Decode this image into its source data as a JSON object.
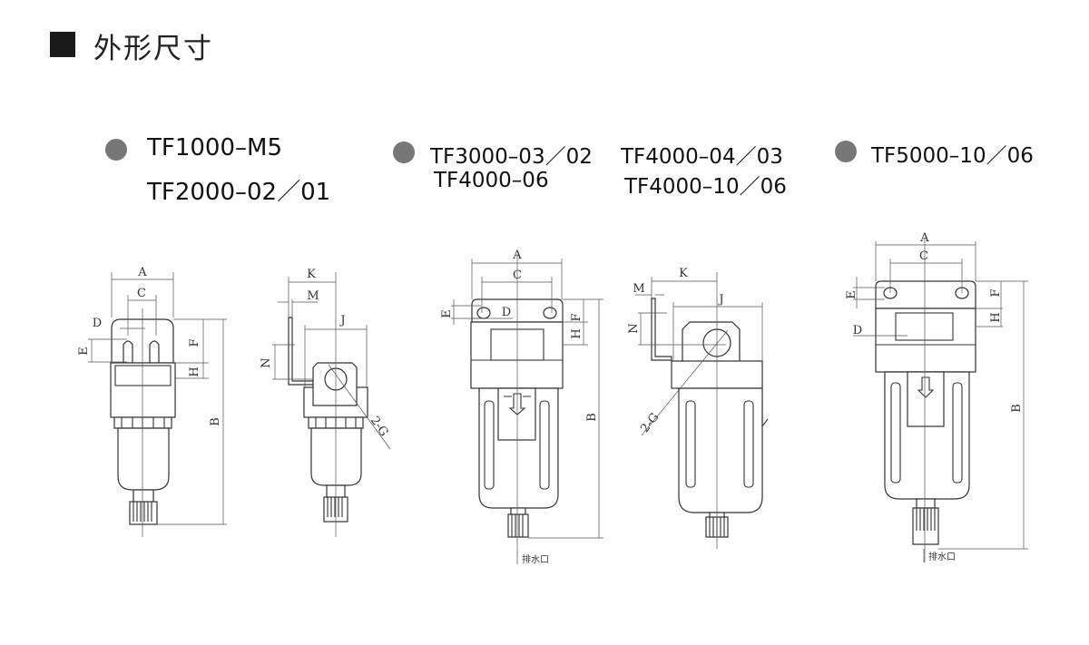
{
  "section": {
    "title": "外形尺寸",
    "icon": "black-square-icon"
  },
  "models": {
    "group1": [
      "TF1000–M5",
      "TF2000–02／01"
    ],
    "group2a": [
      "TF3000–03／02",
      "TF4000–06"
    ],
    "group2b": [
      "TF4000–04／03",
      "TF4000–10／06"
    ],
    "group3": [
      "TF5000–10／06"
    ]
  },
  "dims": {
    "A": "A",
    "B": "B",
    "C": "C",
    "D": "D",
    "E": "E",
    "F": "F",
    "H": "H",
    "J": "J",
    "K": "K",
    "M": "M",
    "N": "N",
    "G": "2-G"
  },
  "drain_label": "排水口",
  "colors": {
    "bullet": "#777777",
    "line": "#333333"
  }
}
